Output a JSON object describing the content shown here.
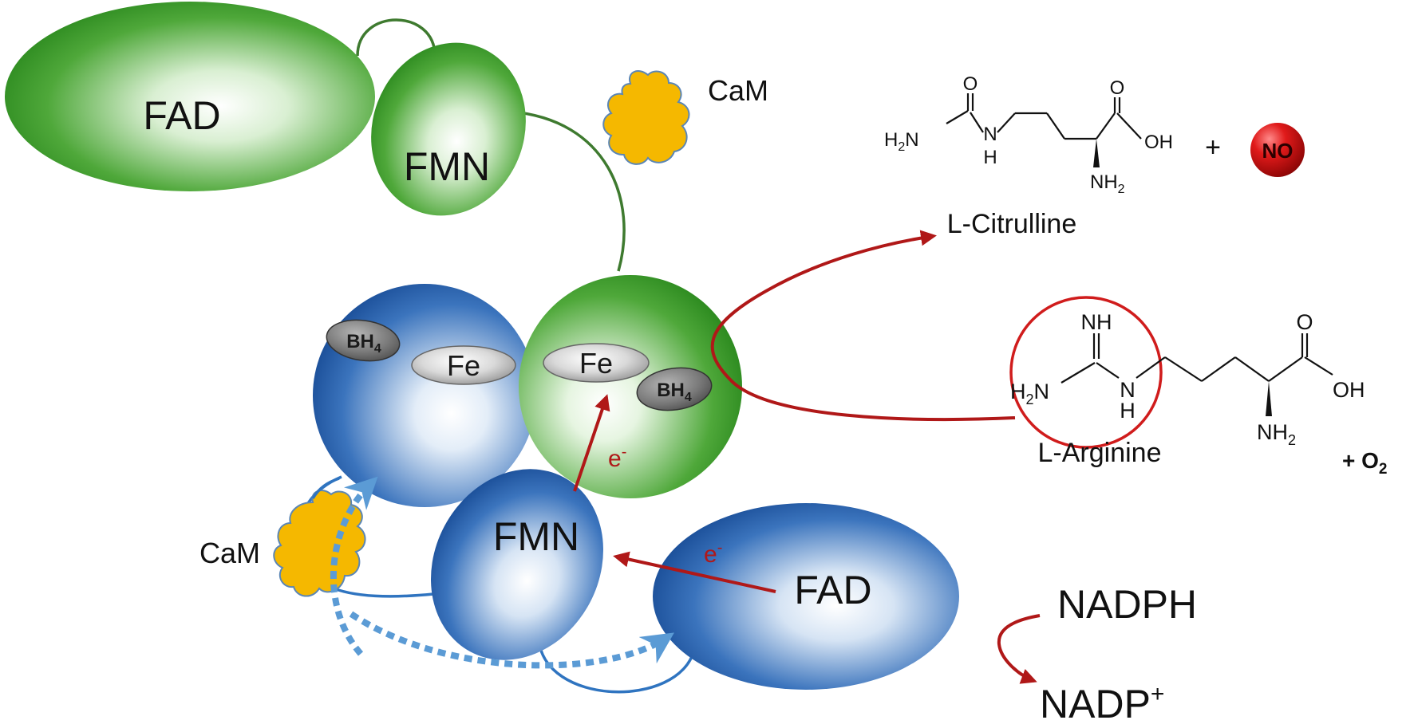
{
  "green_domains": {
    "fad": "FAD",
    "fmn": "FMN",
    "heme_fe": "Fe",
    "bh4_base": "BH",
    "bh4_sub": "4"
  },
  "blue_domains": {
    "fad": "FAD",
    "fmn": "FMN",
    "heme_fe": "Fe",
    "bh4_base": "BH",
    "bh4_sub": "4"
  },
  "calmodulin": {
    "top_label": "CaM",
    "bottom_label": "CaM"
  },
  "electron": {
    "symbol": "e",
    "charge": "-"
  },
  "products": {
    "citrulline_name": "L-Citrulline",
    "plus": "+",
    "nitric_oxide": "NO"
  },
  "substrates": {
    "arginine_name": "L-Arginine",
    "oxygen_prefix": "+ O",
    "oxygen_sub": "2"
  },
  "cofactors": {
    "nadph": "NADPH",
    "nadp_base": "NADP",
    "nadp_charge": "+"
  },
  "citrulline_atoms": {
    "o": "O",
    "h2n_base": "H",
    "h2n_sub": "2",
    "h2n_n": "N",
    "nh_n": "N",
    "nh_h": "H",
    "acid_o": "O",
    "oh": "OH",
    "alpha_n": "NH",
    "alpha_sub": "2"
  },
  "arginine_atoms": {
    "imine": "NH",
    "h2n_base": "H",
    "h2n_sub": "2",
    "h2n_n": "N",
    "nh_n": "N",
    "nh_h": "H",
    "acid_o": "O",
    "oh": "OH",
    "alpha_n": "NH",
    "alpha_sub": "2"
  },
  "colors": {
    "green_domain": "#3c9a2c",
    "blue_domain": "#1e5aa8",
    "calmodulin": "#f5b800",
    "electron_arrow": "#b01818",
    "cam_arrow": "#5b9bd5",
    "no_ball": "#d71515"
  }
}
